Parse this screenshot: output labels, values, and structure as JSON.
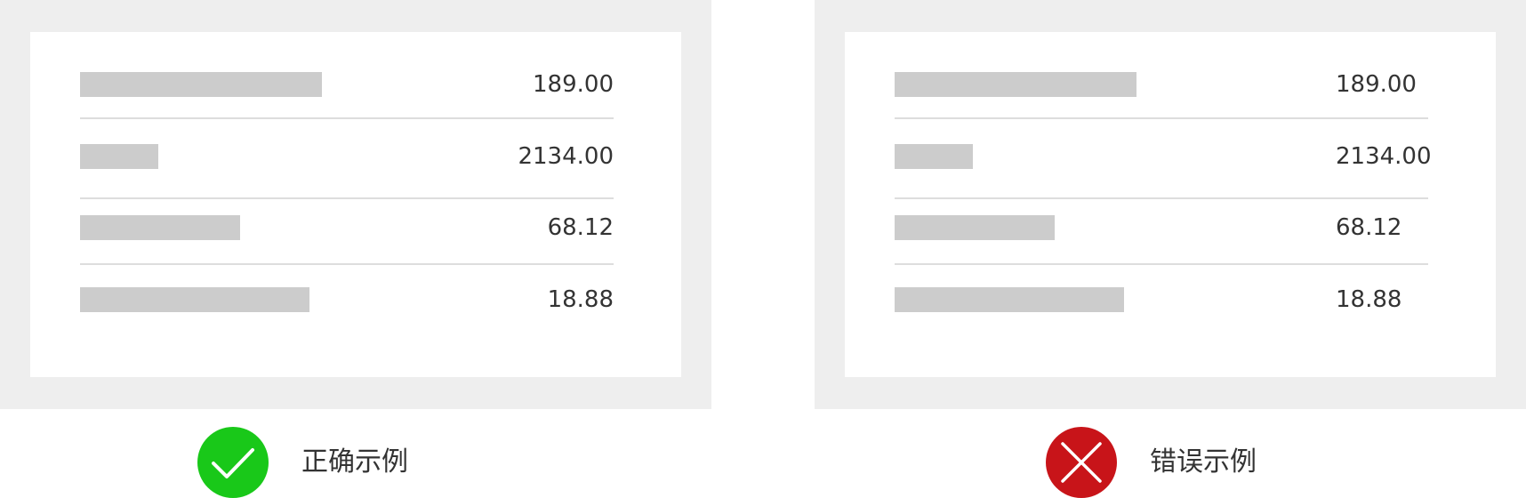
{
  "examples": [
    {
      "caption": "正确示例",
      "status": "correct",
      "icon": "checkmark-icon",
      "icon_color": "#19c819",
      "alignment": "right",
      "amounts": [
        "189.00",
        "2134.00",
        "68.12",
        "18.88"
      ]
    },
    {
      "caption": "错误示例",
      "status": "wrong",
      "icon": "cross-icon",
      "icon_color": "#c81419",
      "alignment": "left",
      "amounts": [
        "189.00",
        "2134.00",
        "68.12",
        "18.88"
      ]
    }
  ],
  "colors": {
    "frame": "#eeeeee",
    "card": "#ffffff",
    "placeholder": "#cccccc",
    "divider": "#dddddd",
    "text": "#333333"
  }
}
